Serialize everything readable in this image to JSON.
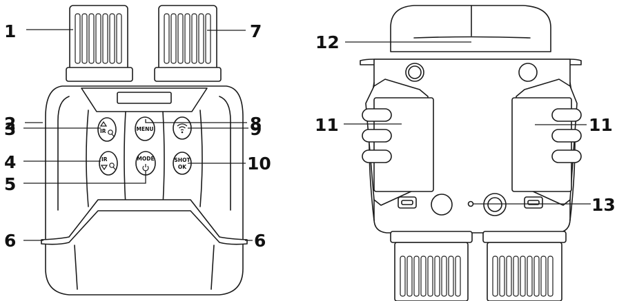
{
  "callouts_front": {
    "c1": "1",
    "c2": "2",
    "c3": "3",
    "c4": "4",
    "c5": "5",
    "c6_left": "6",
    "c7": "7",
    "c8": "8",
    "c9": "9",
    "c10": "10",
    "c6_right": "6"
  },
  "callouts_back": {
    "c12": "12",
    "c11_left": "11",
    "c11_right": "11",
    "c13": "13"
  },
  "buttons": {
    "menu": "MENU",
    "mode": "MODE",
    "shot": "SHOT",
    "ok": "OK",
    "ir": "IR"
  },
  "colors": {
    "line": "#1a1a1a",
    "background": "#ffffff"
  }
}
